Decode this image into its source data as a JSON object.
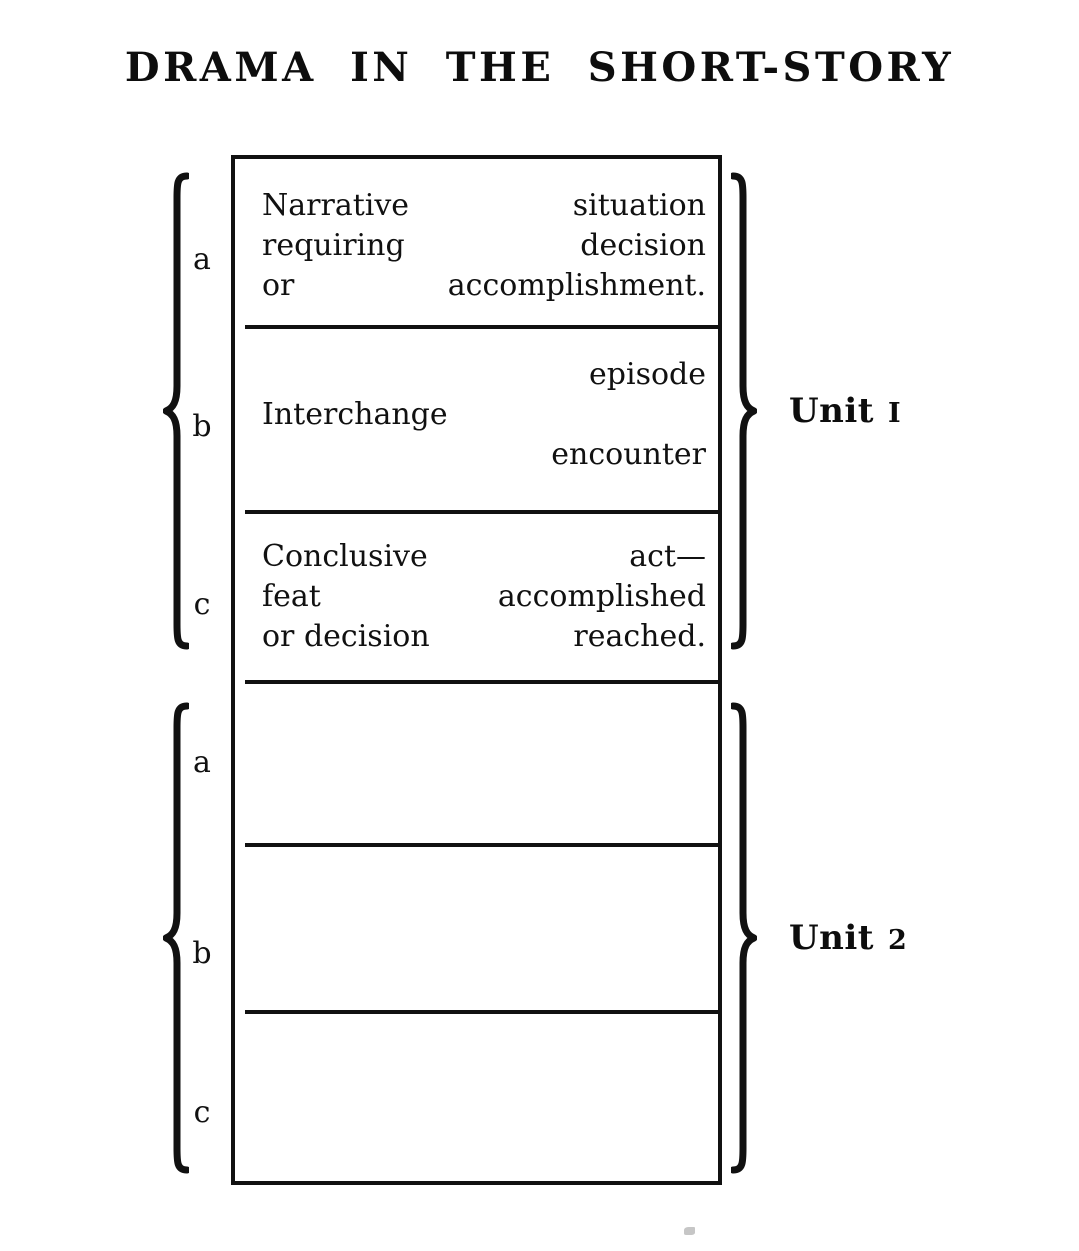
{
  "page": {
    "title": "DRAMA IN THE SHORT-STORY",
    "background_color": "#ffffff",
    "ink_color": "#111111"
  },
  "diagram": {
    "kind": "bracketed-outline-table",
    "units": [
      {
        "caption_word": "Unit",
        "caption_number": "I",
        "rows": [
          {
            "label": "a",
            "style": "justified-paragraph",
            "lines": [
              {
                "align": "justify",
                "words": [
                  "Narrative",
                  "situation"
                ]
              },
              {
                "align": "justify",
                "words": [
                  "requiring",
                  "decision"
                ]
              },
              {
                "align": "justify",
                "words": [
                  "or",
                  "accomplishment."
                ]
              }
            ]
          },
          {
            "label": "b",
            "style": "staggered",
            "lines": [
              {
                "align": "right",
                "text": "episode"
              },
              {
                "align": "left",
                "text": "Interchange"
              },
              {
                "align": "right",
                "text": "encounter"
              }
            ]
          },
          {
            "label": "c",
            "style": "justified-paragraph",
            "lines": [
              {
                "align": "justify",
                "words": [
                  "Conclusive",
                  "act—"
                ]
              },
              {
                "align": "justify",
                "words": [
                  "feat",
                  "accomplished"
                ]
              },
              {
                "align": "justify",
                "words": [
                  "or decision",
                  "reached."
                ]
              }
            ]
          }
        ]
      },
      {
        "caption_word": "Unit",
        "caption_number": "2",
        "rows": [
          {
            "label": "a",
            "style": "empty",
            "lines": []
          },
          {
            "label": "b",
            "style": "empty",
            "lines": []
          },
          {
            "label": "c",
            "style": "empty",
            "lines": []
          }
        ]
      }
    ]
  }
}
